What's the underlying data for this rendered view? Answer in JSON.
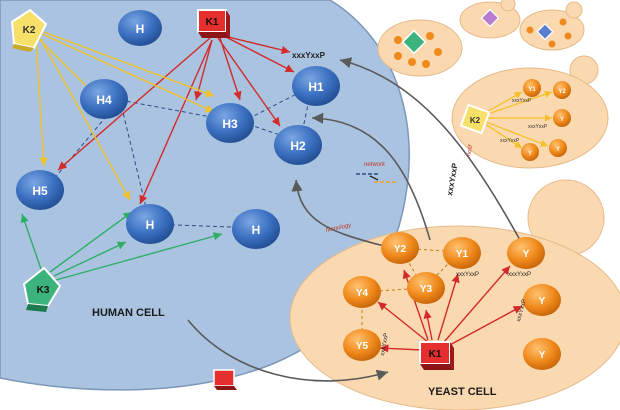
{
  "human_cell": {
    "label": "HUMAN CELL",
    "nodes": {
      "h_top": "H",
      "h1": "H1",
      "h2": "H2",
      "h3": "H3",
      "h4": "H4",
      "h5": "H5",
      "h_mid": "H",
      "h_right": "H"
    },
    "kinases": {
      "k1": "K1",
      "k2": "K2",
      "k3": "K3"
    }
  },
  "yeast_cell": {
    "label": "YEAST CELL",
    "nodes": {
      "y1": "Y1",
      "y2": "Y2",
      "y3": "Y3",
      "y4": "Y4",
      "y5": "Y5",
      "y_a": "Y",
      "y_b": "Y",
      "y_c": "Y"
    },
    "kinase": "K1"
  },
  "annotations": {
    "motif_top": "xxxYxxP",
    "motif_vertical": "xxxYxxP",
    "motif_label": "motif",
    "network_label": "network",
    "homology_label": "homology",
    "motif_y1": "xxxYxxP",
    "motif_y": "xxxYxxP",
    "motif_y3": "xxxYxxP",
    "motif_y5": "xxxYxxP"
  },
  "inset": {
    "kinase": "K2",
    "nodes": [
      "Y1",
      "Y2",
      "Y",
      "Y",
      "Y"
    ],
    "motifs": [
      "xxxYxxP",
      "xxxYxxP",
      "xxxYxxP"
    ]
  },
  "colors": {
    "human_bg": "#a9c3e0",
    "human_node": "#3a6fc0",
    "yeast_bg": "#fbd9b0",
    "yeast_node": "#f08a1c",
    "red_arrow": "#d42a2a",
    "yellow_arrow": "#f2c027",
    "green_arrow": "#2fae66",
    "gray_arrow": "#6a6a6a"
  }
}
